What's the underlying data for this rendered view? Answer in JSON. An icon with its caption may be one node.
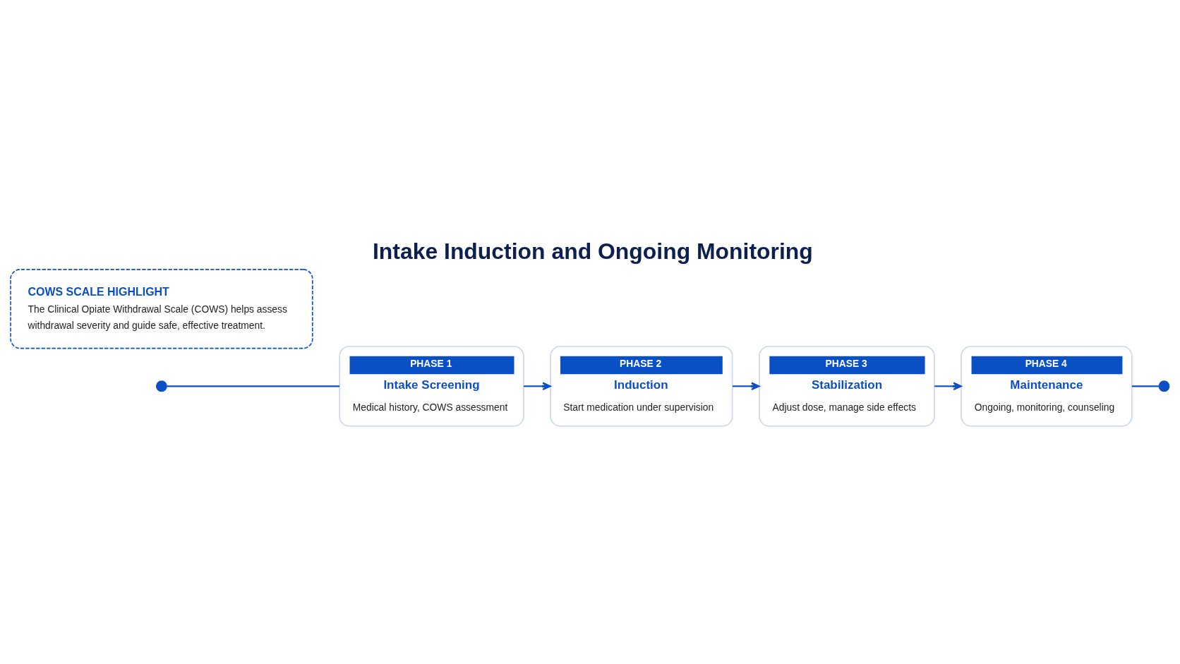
{
  "diagram": {
    "title": "Intake Induction and Ongoing Monitoring",
    "nodes": [
      {
        "text": [],
        "shape": "circle"
      },
      {
        "text": [
          "PHASE 1",
          "Intake Screening",
          "Medical history, COWS assessment"
        ]
      },
      {
        "text": [
          "PHASE 2",
          "Induction",
          "Start medication under supervision"
        ]
      },
      {
        "text": [
          "PHASE 3",
          "Stabilization",
          "Adjust dose, manage side effects"
        ]
      },
      {
        "text": [
          "PHASE 4",
          "Maintenance",
          "Ongoing, monitoring, counseling"
        ]
      },
      {
        "text": [],
        "shape": "circle"
      },
      {
        "text": [
          "COWS SCALE HIGHLIGHT",
          "The Clinical Opiate Withdrawal Scale (COWS) helps assess withdrawal severity and guide safe, effective treatment."
        ]
      }
    ],
    "edges": [
      {
        "from": 0,
        "to": 1,
        "arrow": "none"
      },
      {
        "from": 1,
        "to": 2,
        "arrow": "to"
      },
      {
        "from": 2,
        "to": 3,
        "arrow": "to"
      },
      {
        "from": 3,
        "to": 4,
        "arrow": "to"
      },
      {
        "from": 4,
        "to": 5,
        "arrow": "none"
      }
    ]
  }
}
